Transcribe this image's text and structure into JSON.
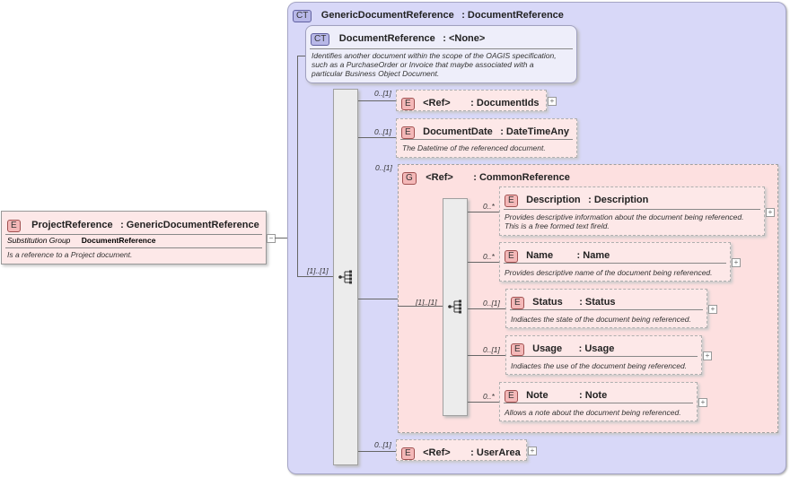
{
  "root": {
    "badge": "E",
    "name": "ProjectReference",
    "type": ": GenericDocumentReference",
    "subst_label": "Substitution Group",
    "subst_value": "DocumentReference",
    "doc": "Is a reference to a Project document."
  },
  "complex_type": {
    "badge": "CT",
    "name": "GenericDocumentReference",
    "type": ": DocumentReference"
  },
  "base_type": {
    "badge": "CT",
    "name": "DocumentReference",
    "type": ": <None>",
    "doc_lines": [
      "Identifies another document within the scope of the OAGIS specification,",
      "such as a PurchaseOrder or Invoice that maybe associated with a",
      "particular Business Object Document."
    ]
  },
  "outer_sequence_mult": "[1]..[1]",
  "elements": [
    {
      "mult": "0..[1]",
      "badge": "E",
      "name": "<Ref>",
      "type": ": DocumentIds",
      "doc": ""
    },
    {
      "mult": "0..[1]",
      "badge": "E",
      "name": "DocumentDate",
      "type": ": DateTimeAny",
      "doc": "The Datetime of the referenced document."
    },
    {
      "mult": "0..[1]",
      "badge": "E",
      "name": "<Ref>",
      "type": ": UserArea",
      "doc": ""
    }
  ],
  "group": {
    "mult": "0..[1]",
    "badge": "G",
    "name": "<Ref>",
    "type": ": CommonReference",
    "sequence_mult": "[1]..[1]",
    "children": [
      {
        "mult": "0..*",
        "badge": "E",
        "name": "Description",
        "type": ": Description",
        "doc_lines": [
          "Provides descriptive information about the document being referenced.",
          "This is a free formed text fireld."
        ]
      },
      {
        "mult": "0..*",
        "badge": "E",
        "name": "Name",
        "type": ": Name",
        "doc_lines": [
          "Provides descriptive name of the document being referenced."
        ]
      },
      {
        "mult": "0..[1]",
        "badge": "E",
        "name": "Status",
        "type": ": Status",
        "doc_lines": [
          "Indiactes the state of the document being referenced."
        ]
      },
      {
        "mult": "0..[1]",
        "badge": "E",
        "name": "Usage",
        "type": ": Usage",
        "doc_lines": [
          "Indiactes the use of the document being referenced."
        ]
      },
      {
        "mult": "0..*",
        "badge": "E",
        "name": "Note",
        "type": ": Note",
        "doc_lines": [
          "Allows a note about the document being referenced."
        ]
      }
    ]
  },
  "icons": {
    "sequence": "sequence-compositor-icon",
    "expand": "expand-plus-icon",
    "collapse": "collapse-minus-icon"
  },
  "colors": {
    "complex_type_bg": "#d8d8f8",
    "element_bg": "#fde8e8",
    "group_bg": "#fde0e0",
    "badge_e": "#f4b8b8",
    "badge_ct": "#b8b8e8"
  }
}
